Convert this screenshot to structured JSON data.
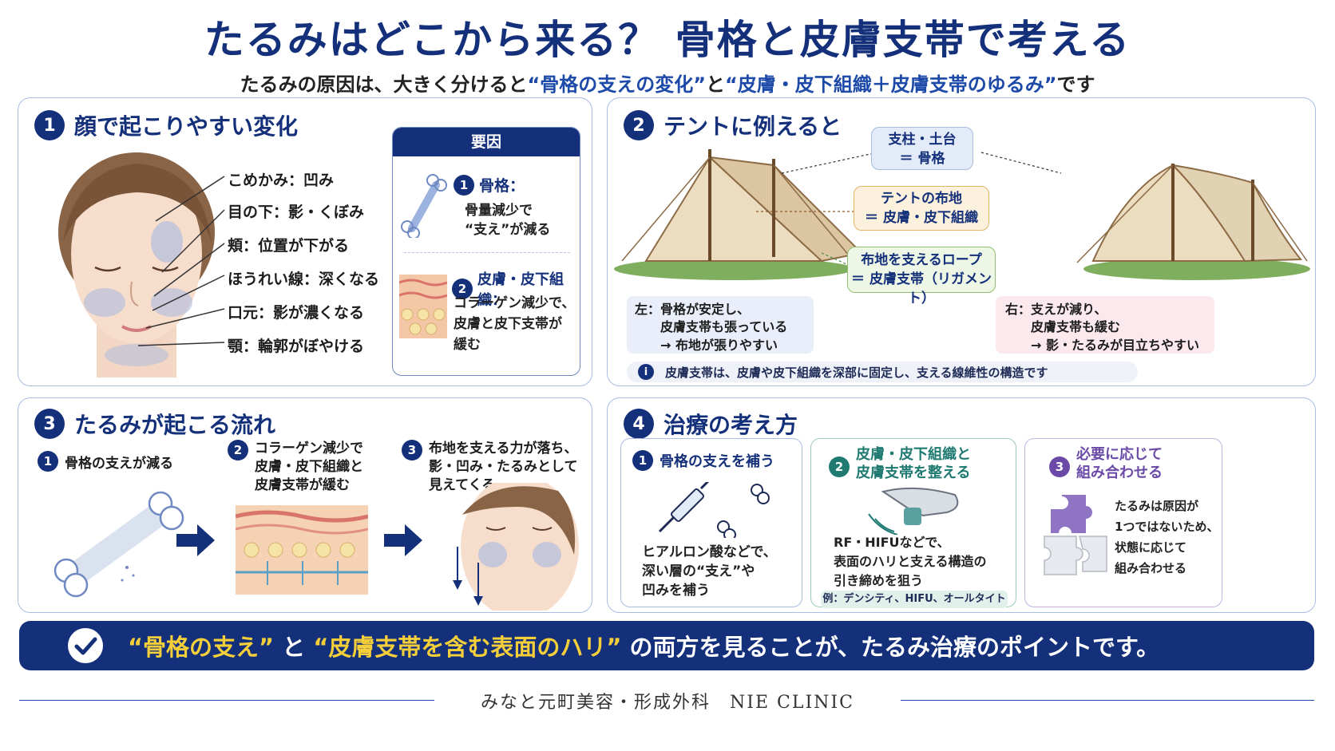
{
  "header": {
    "title": "たるみはどこから来る？ 骨格と皮膚支帯で考える",
    "subtitle_pre": "たるみの原因は、大きく分けると",
    "subtitle_h1": "“骨格の支えの変化”",
    "subtitle_mid": "と",
    "subtitle_h2": "“皮膚・皮下組織＋皮膚支帯のゆるみ”",
    "subtitle_post": "です"
  },
  "p1": {
    "num": "1",
    "title": "顔で起こりやすい変化",
    "items": [
      "こめかみ：凹み",
      "目の下：影・くぼみ",
      "頬：位置が下がる",
      "ほうれい線：深くなる",
      "口元：影が濃くなる",
      "顎：輪郭がぼやける"
    ],
    "factor_title": "要因",
    "f1_num": "1",
    "f1_title": "骨格：",
    "f1_text1": "骨量減少で",
    "f1_text2": "“支え”が減る",
    "f2_num": "2",
    "f2_title": "皮膚・皮下組織：",
    "f2_text1": "コラーゲン減少で、",
    "f2_text2": "皮膚と皮下支帯が",
    "f2_text3": "緩む"
  },
  "p2": {
    "num": "2",
    "title": "テントに例えると",
    "l1a": "支柱・土台",
    "l1b": "＝ 骨格",
    "l2a": "テントの布地",
    "l2b": "＝ 皮膚・皮下組織",
    "l3a": "布地を支えるロープ",
    "l3b": "＝ 皮膚支帯（リガメント）",
    "left1": "左：骨格が安定し、",
    "left2": "皮膚支帯も張っている",
    "left3": "→ 布地が張りやすい",
    "right1": "右：支えが減り、",
    "right2": "皮膚支帯も緩む",
    "right3": "→ 影・たるみが目立ちやすい",
    "info_icon": "i",
    "info": "皮膚支帯は、皮膚や皮下組織を深部に固定し、支える線維性の構造です"
  },
  "p3": {
    "num": "3",
    "title": "たるみが起こる流れ",
    "s1_num": "1",
    "s1": "骨格の支えが減る",
    "s2_num": "2",
    "s2a": "コラーゲン減少で",
    "s2b": "皮膚・皮下組織と",
    "s2c": "皮膚支帯が緩む",
    "s3_num": "3",
    "s3a": "布地を支える力が落ち、",
    "s3b": "影・凹み・たるみとして",
    "s3c": "見えてくる"
  },
  "p4": {
    "num": "4",
    "title": "治療の考え方",
    "c1_num": "1",
    "c1_title": "骨格の支えを補う",
    "c1_t1": "ヒアルロン酸などで、",
    "c1_t2": "深い層の“支え”や",
    "c1_t3": "凹みを補う",
    "c2_num": "2",
    "c2_title1": "皮膚・皮下組織と",
    "c2_title2": "皮膚支帯を整える",
    "c2_t1": "RF・HIFUなどで、",
    "c2_t2": "表面のハリと支える構造の",
    "c2_t3": "引き締めを狙う",
    "c2_ex": "例：デンシティ、HIFU、オールタイト",
    "c3_num": "3",
    "c3_title1": "必要に応じて",
    "c3_title2": "組み合わせる",
    "c3_t1": "たるみは原因が",
    "c3_t2": "1つではないため、",
    "c3_t3": "状態に応じて",
    "c3_t4": "組み合わせる"
  },
  "footer": {
    "q1": "“骨格の支え”",
    "mid": " と ",
    "q2": "“皮膚支帯を含む表面のハリ”",
    "rest": " の両方を見ることが、たるみ治療のポイントです。",
    "credit": "みなと元町美容・形成外科　NIE CLINIC"
  },
  "colors": {
    "navy": "#14307a",
    "gold": "#f5cf3a",
    "teal": "#1f7a72",
    "purple": "#6a4aa6"
  }
}
